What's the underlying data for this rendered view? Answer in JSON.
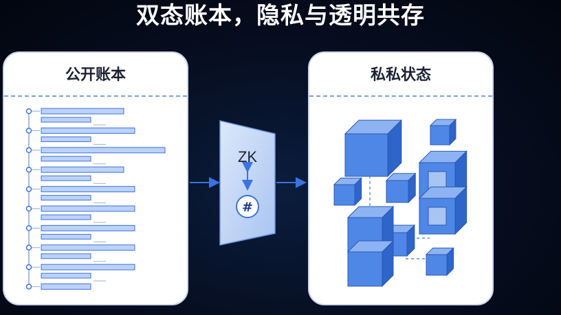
{
  "title": "双态账本，隐私与透明共存",
  "public_ledger": {
    "title": "公开账本",
    "rows": 10
  },
  "private_state": {
    "title": "私私状态"
  },
  "bridge": {
    "label": "ZK",
    "hash_symbol": "#"
  },
  "colors": {
    "accent": "#3b73e0",
    "block_light": "#bcd2f6",
    "cube_front": "#4f87e6",
    "cube_top": "#8db3f2",
    "cube_side": "#2f64c8"
  }
}
